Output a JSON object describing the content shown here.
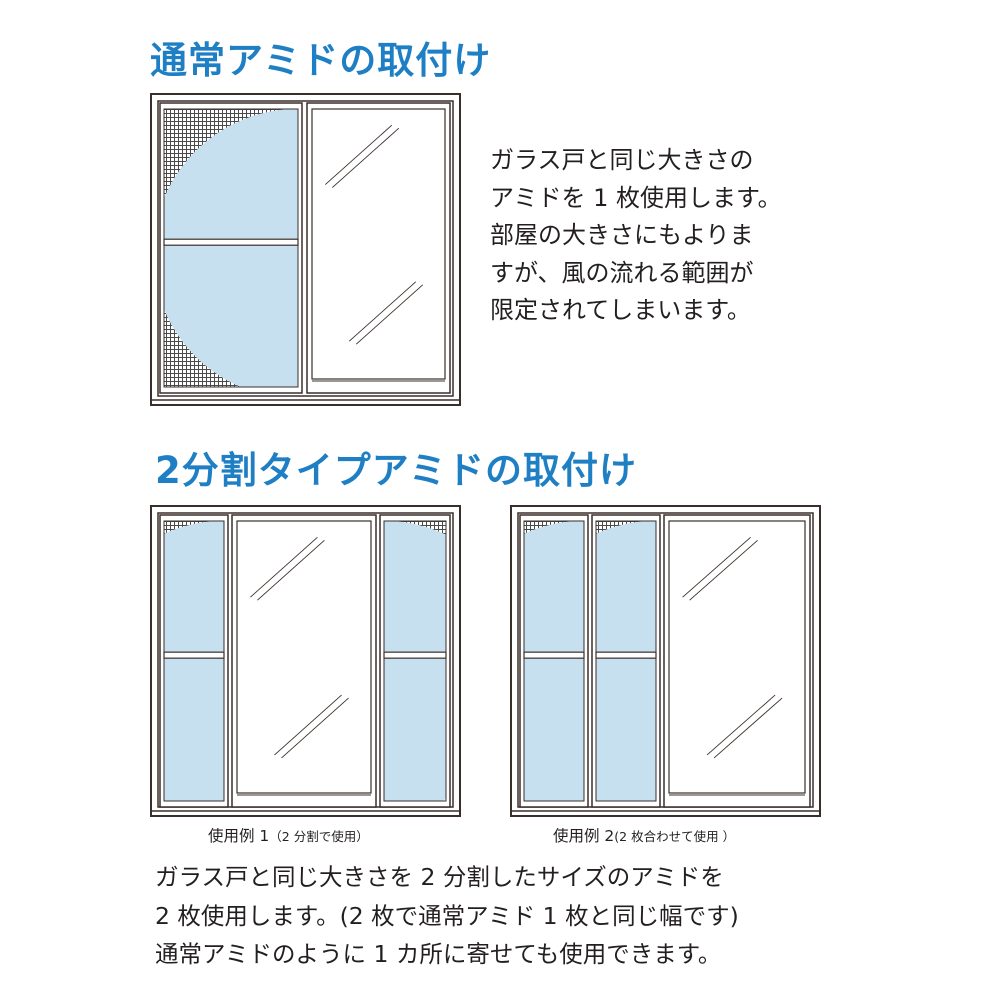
{
  "section_normal": {
    "heading": "通常アミドの取付け",
    "description_lines": [
      "ガラス戸と同じ大きさの",
      "アミドを 1 枚使用します。",
      "部屋の大きさにもよりま",
      "すが、風の流れる範囲が",
      "限定されてしまいます。"
    ]
  },
  "section_split": {
    "heading": "2分割タイプアミドの取付け",
    "example1": {
      "caption": "使用例 1",
      "note": "（2 分割で使用）"
    },
    "example2": {
      "caption": "使用例 2",
      "note": "(2 枚合わせて使用 ）"
    },
    "description_lines": [
      "ガラス戸と同じ大きさを 2 分割したサイズのアミドを",
      "2 枚使用します。(2 枚で通常アミド 1 枚と同じ幅です)",
      "通常アミドのように 1 カ所に寄せても使用できます。"
    ]
  },
  "colors": {
    "heading": "#1f7fc4",
    "text": "#231f20",
    "frame": "#3a2e2a",
    "screen_fill": "#c7e0ef",
    "mesh": "#4a4a4a"
  }
}
